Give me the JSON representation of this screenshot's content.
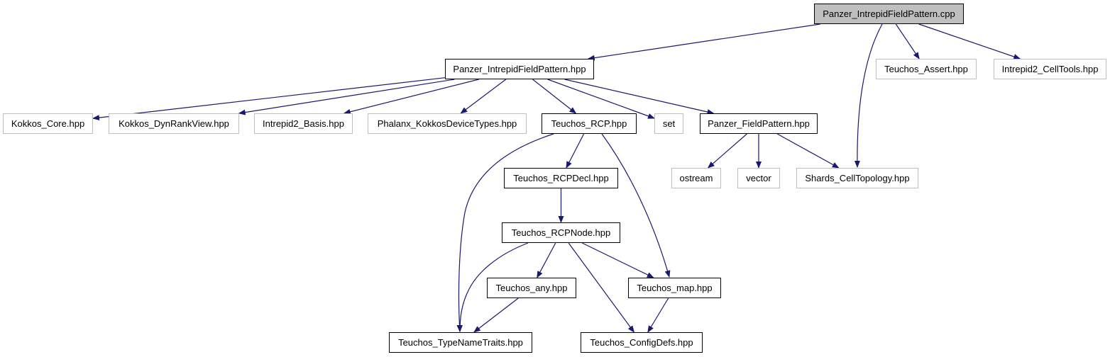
{
  "colors": {
    "edge": "#191970",
    "root_fill": "#bfbfbf",
    "documented_border": "#000000",
    "external_border": "#bfbfbf",
    "text": "#000000"
  },
  "nodes": {
    "root": "Panzer_IntrepidFieldPattern.cpp",
    "pifp": "Panzer_IntrepidFieldPattern.hpp",
    "assert": "Teuchos_Assert.hpp",
    "celltools": "Intrepid2_CellTools.hpp",
    "kcore": "Kokkos_Core.hpp",
    "kdyn": "Kokkos_DynRankView.hpp",
    "basis": "Intrepid2_Basis.hpp",
    "phalanx": "Phalanx_KokkosDeviceTypes.hpp",
    "rcp": "Teuchos_RCP.hpp",
    "set": "set",
    "fieldpattern": "Panzer_FieldPattern.hpp",
    "ostream": "ostream",
    "vector": "vector",
    "shards": "Shards_CellTopology.hpp",
    "rcpdecl": "Teuchos_RCPDecl.hpp",
    "rcpnode": "Teuchos_RCPNode.hpp",
    "any": "Teuchos_any.hpp",
    "map": "Teuchos_map.hpp",
    "typename": "Teuchos_TypeNameTraits.hpp",
    "configdefs": "Teuchos_ConfigDefs.hpp"
  },
  "edges": [
    [
      "root",
      "pifp"
    ],
    [
      "root",
      "assert"
    ],
    [
      "root",
      "celltools"
    ],
    [
      "root",
      "shards"
    ],
    [
      "pifp",
      "kcore"
    ],
    [
      "pifp",
      "kdyn"
    ],
    [
      "pifp",
      "basis"
    ],
    [
      "pifp",
      "phalanx"
    ],
    [
      "pifp",
      "rcp"
    ],
    [
      "pifp",
      "set"
    ],
    [
      "pifp",
      "fieldpattern"
    ],
    [
      "rcp",
      "rcpdecl"
    ],
    [
      "rcp",
      "typename"
    ],
    [
      "rcp",
      "map"
    ],
    [
      "rcpdecl",
      "rcpnode"
    ],
    [
      "rcpnode",
      "any"
    ],
    [
      "rcpnode",
      "map"
    ],
    [
      "rcpnode",
      "typename"
    ],
    [
      "rcpnode",
      "configdefs"
    ],
    [
      "any",
      "typename"
    ],
    [
      "map",
      "configdefs"
    ],
    [
      "fieldpattern",
      "ostream"
    ],
    [
      "fieldpattern",
      "vector"
    ],
    [
      "fieldpattern",
      "shards"
    ]
  ]
}
